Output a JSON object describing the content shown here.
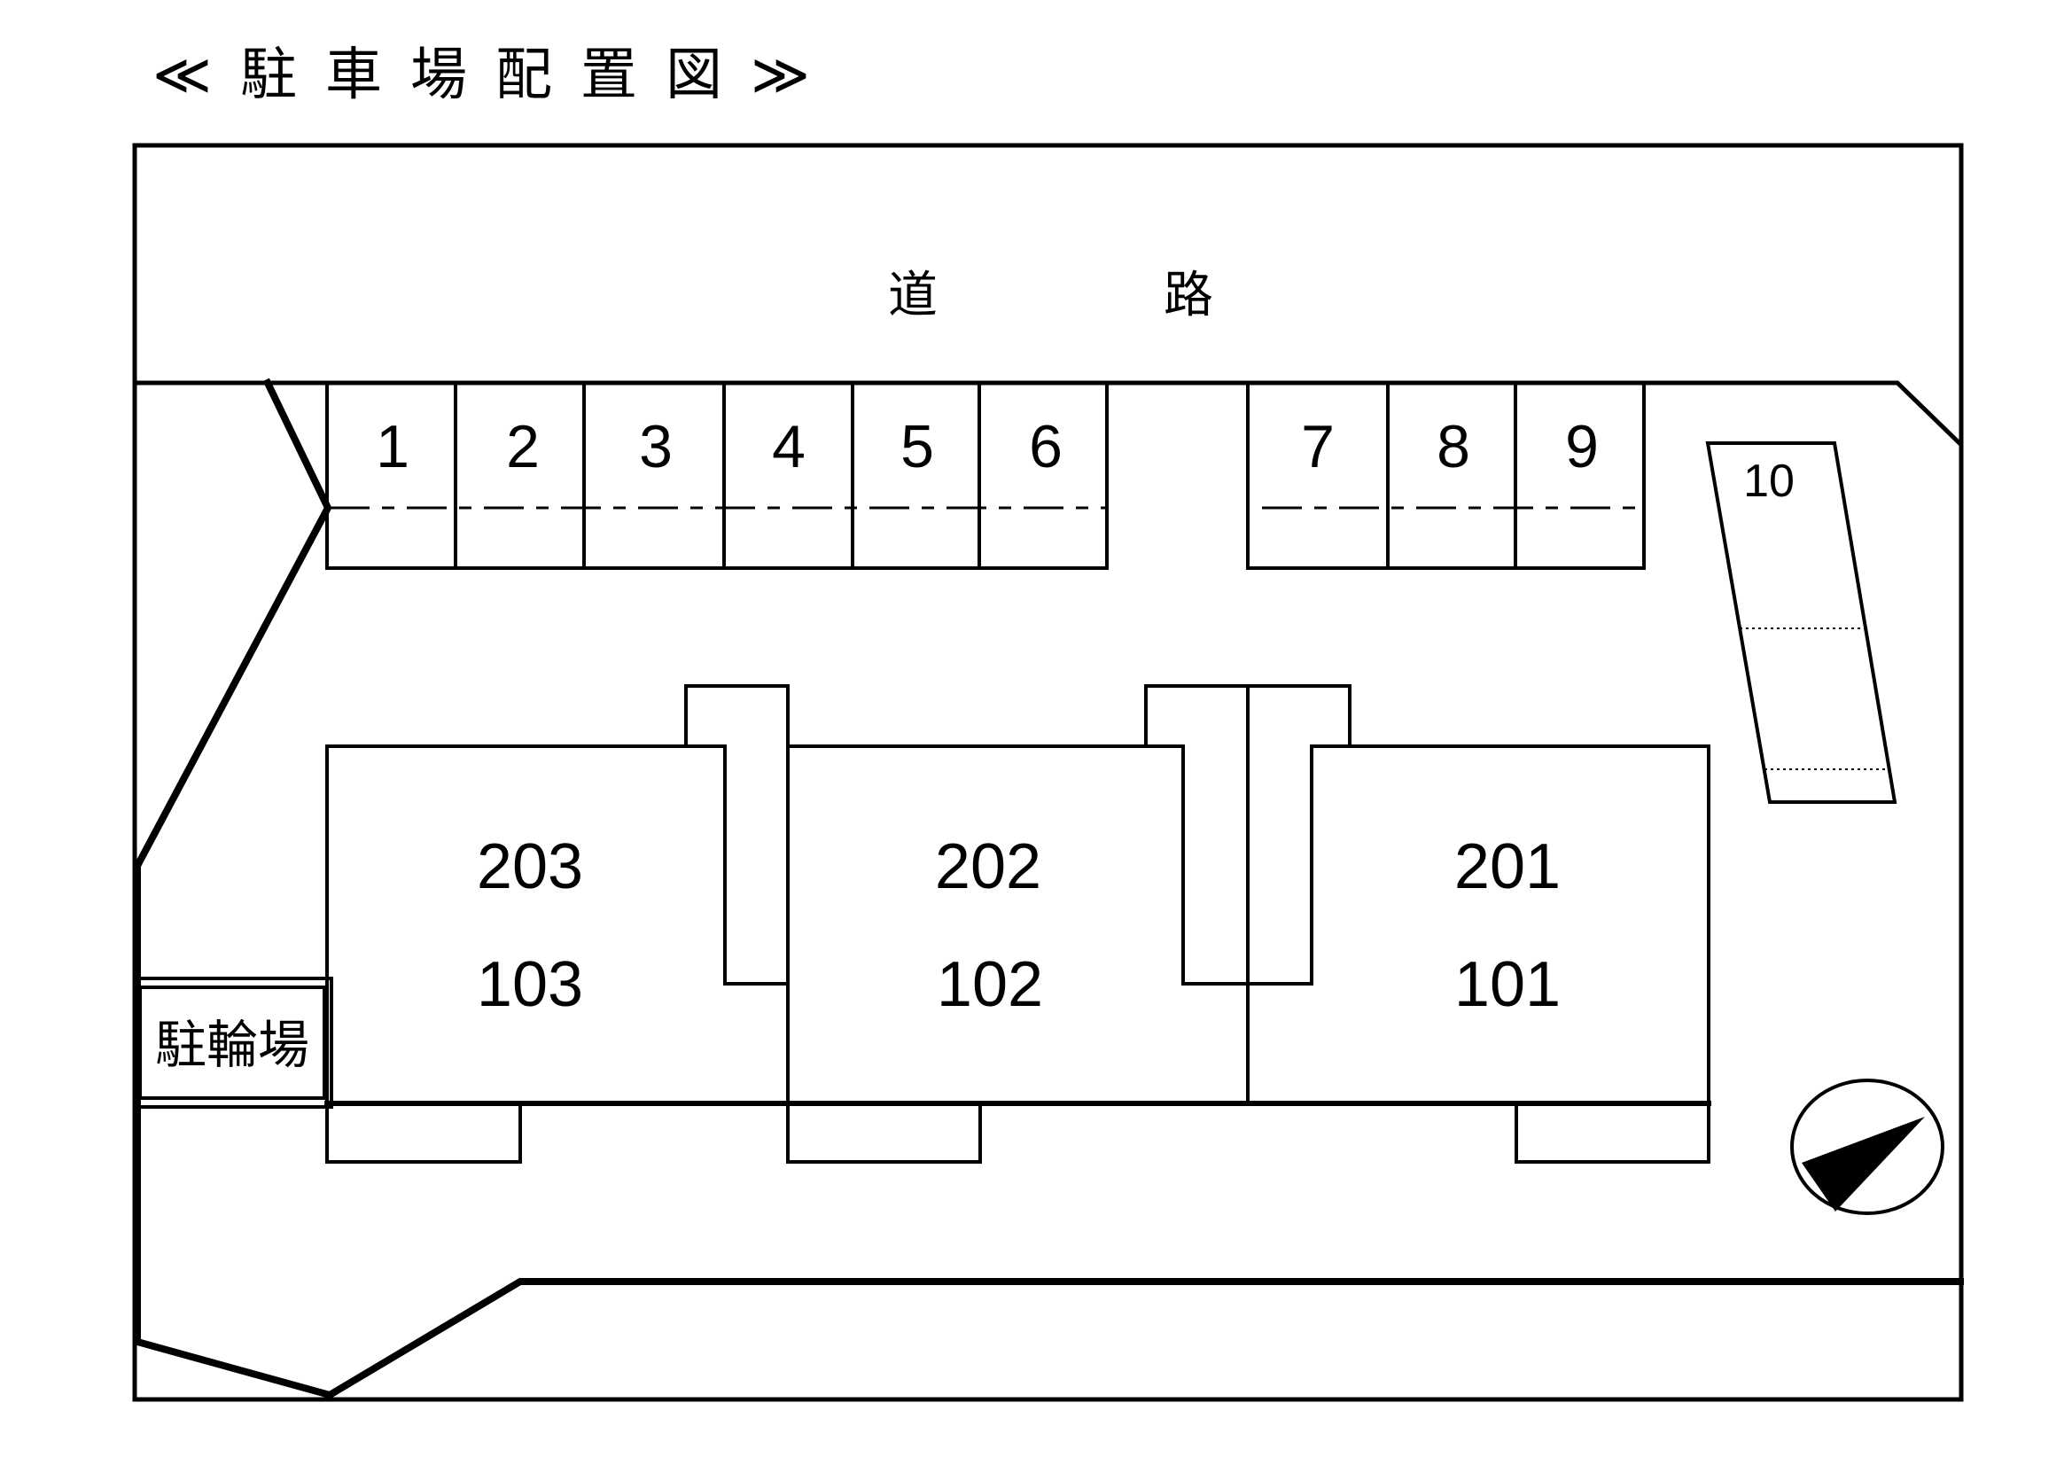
{
  "title": "≪駐車場配置図≫",
  "road_label": [
    "道",
    "路"
  ],
  "parking_spaces": [
    {
      "number": "1"
    },
    {
      "number": "2"
    },
    {
      "number": "3"
    },
    {
      "number": "4"
    },
    {
      "number": "5"
    },
    {
      "number": "6"
    },
    {
      "number": "7"
    },
    {
      "number": "8"
    },
    {
      "number": "9"
    },
    {
      "number": "10"
    }
  ],
  "building_units": [
    {
      "upper": "203",
      "lower": "103"
    },
    {
      "upper": "202",
      "lower": "102"
    },
    {
      "upper": "201",
      "lower": "101"
    }
  ],
  "bicycle_parking": {
    "label": "駐輪場"
  },
  "compass": {
    "icon": "north-arrow-icon"
  },
  "colors": {
    "line": "#000000",
    "background": "#ffffff"
  }
}
